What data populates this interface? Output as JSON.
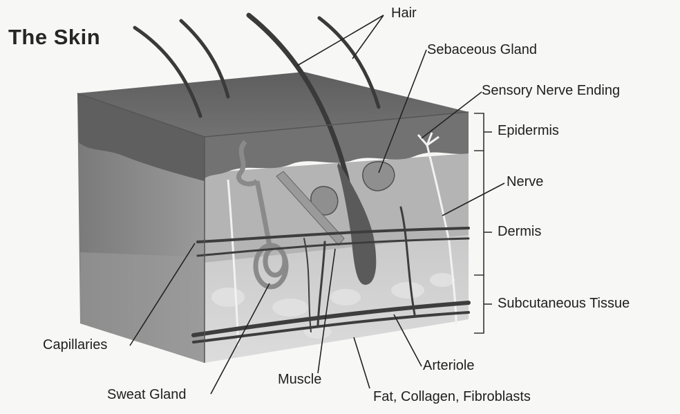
{
  "title": "The Skin",
  "labels": {
    "hair": "Hair",
    "sebaceous_gland": "Sebaceous Gland",
    "sensory_nerve_ending": "Sensory Nerve Ending",
    "epidermis": "Epidermis",
    "nerve": "Nerve",
    "dermis": "Dermis",
    "subcutaneous_tissue": "Subcutaneous Tissue",
    "capillaries": "Capillaries",
    "sweat_gland": "Sweat Gland",
    "muscle": "Muscle",
    "arteriole": "Arteriole",
    "fat_collagen_fibroblasts": "Fat, Collagen, Fibroblasts"
  },
  "colors": {
    "background": "#f7f7f5",
    "epidermis_top": "#6b6b6b",
    "epidermis_front": "#7e7e7e",
    "dermis": "#b2b2b2",
    "subcutaneous": "#d2d2d2",
    "side_face": "#8a8a8a",
    "hair": "#3a3a3a",
    "vessel": "#3d3d3d",
    "gland": "#8f8f8f"
  }
}
